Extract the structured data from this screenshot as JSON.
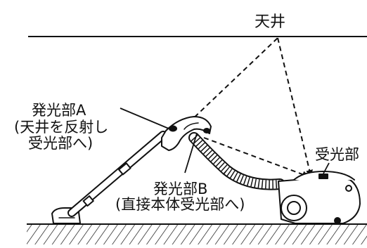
{
  "diagram": {
    "ceiling_label": "天井",
    "emitter_a": {
      "label": "発光部A",
      "note_line1": "(天井を反射し",
      "note_line2": "受光部へ)"
    },
    "emitter_b": {
      "label": "発光部B",
      "note": "(直接本体受光部へ)"
    },
    "receiver_label": "受光部"
  },
  "colors": {
    "ink": "#111111",
    "background": "#ffffff"
  }
}
